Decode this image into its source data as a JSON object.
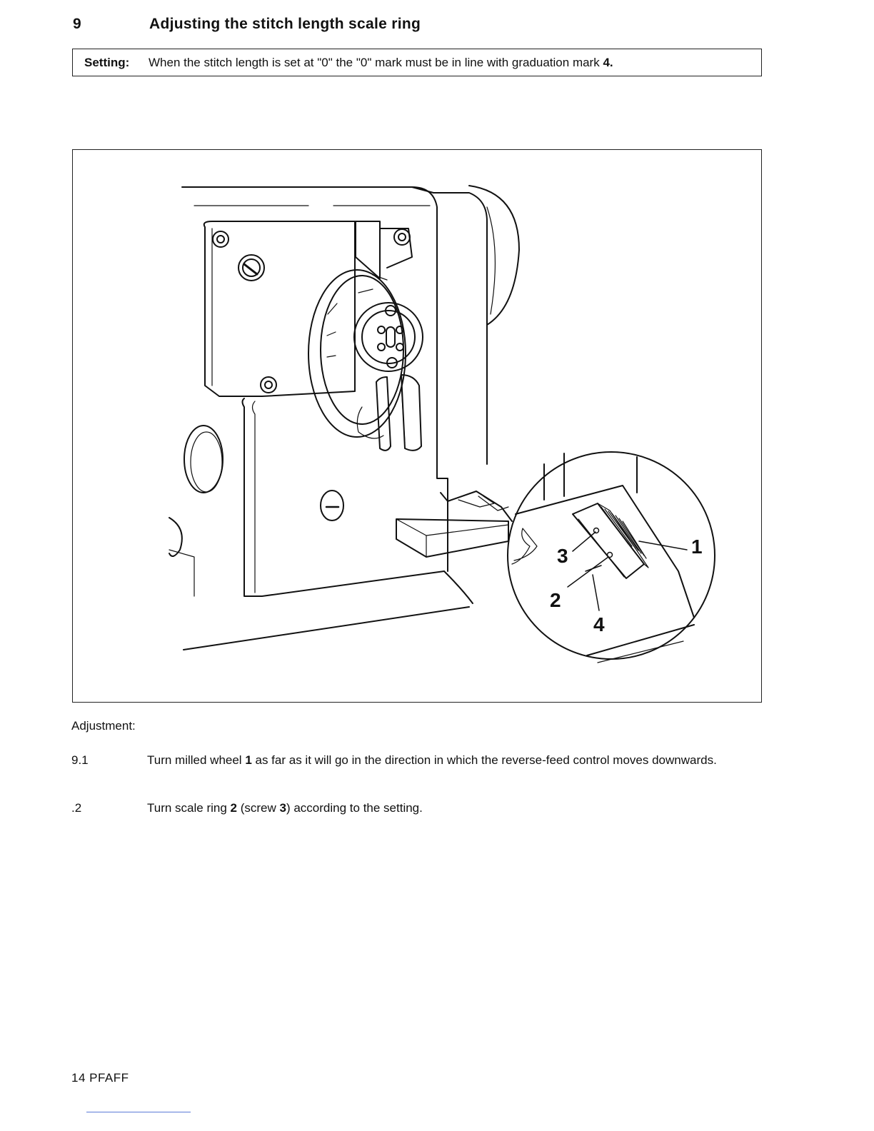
{
  "heading": {
    "number": "9",
    "title": "Adjusting the stitch length scale ring"
  },
  "setting": {
    "label": "Setting:",
    "text": "When the stitch length is set at \"0\" the \"0\" mark must be in line with graduation mark 4."
  },
  "figure": {
    "callouts": [
      "1",
      "2",
      "3",
      "4"
    ]
  },
  "adjustment": {
    "label": "Adjustment:",
    "steps": [
      {
        "number": "9.1",
        "text": "Turn milled wheel 1 as far as it will go in the direction in which the reverse-feed control moves downwards."
      },
      {
        "number": ".2",
        "text": "Turn scale ring 2 (screw 3) according to the setting."
      }
    ]
  },
  "footer": {
    "text": "14  PFAFF"
  }
}
